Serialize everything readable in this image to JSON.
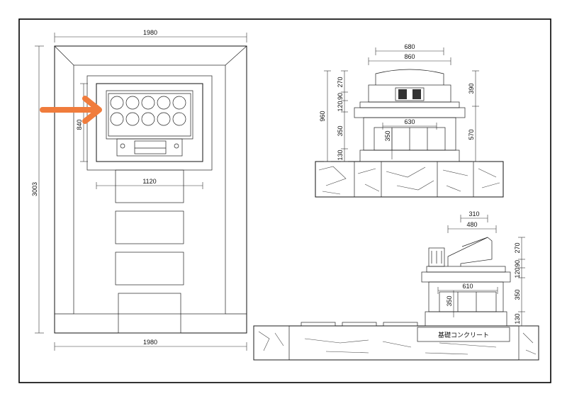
{
  "plan_view": {
    "width_top": "1980",
    "width_bottom": "1980",
    "depth": "3003",
    "bay_depth": "840",
    "bay_width": "1120",
    "ossuary_slots": 10
  },
  "front_view": {
    "top_width": "680",
    "cap_width": "860",
    "total_height": "960",
    "cap_height": "270",
    "band_a": "90",
    "band_b": "120",
    "chamber_height": "350",
    "base_height": "130",
    "upper_height": "390",
    "lower_height": "570",
    "inner_width": "630",
    "inner_height": "350"
  },
  "side_view": {
    "top_width": "310",
    "roof_width": "480",
    "cap_height": "270",
    "band_a": "90",
    "band_b": "120",
    "chamber_height": "350",
    "base_height": "130",
    "inner_width": "610",
    "inner_height": "350",
    "foundation_label": "基礎コンクリート"
  },
  "annotation": {
    "arrow_color": "#f07c3c"
  }
}
